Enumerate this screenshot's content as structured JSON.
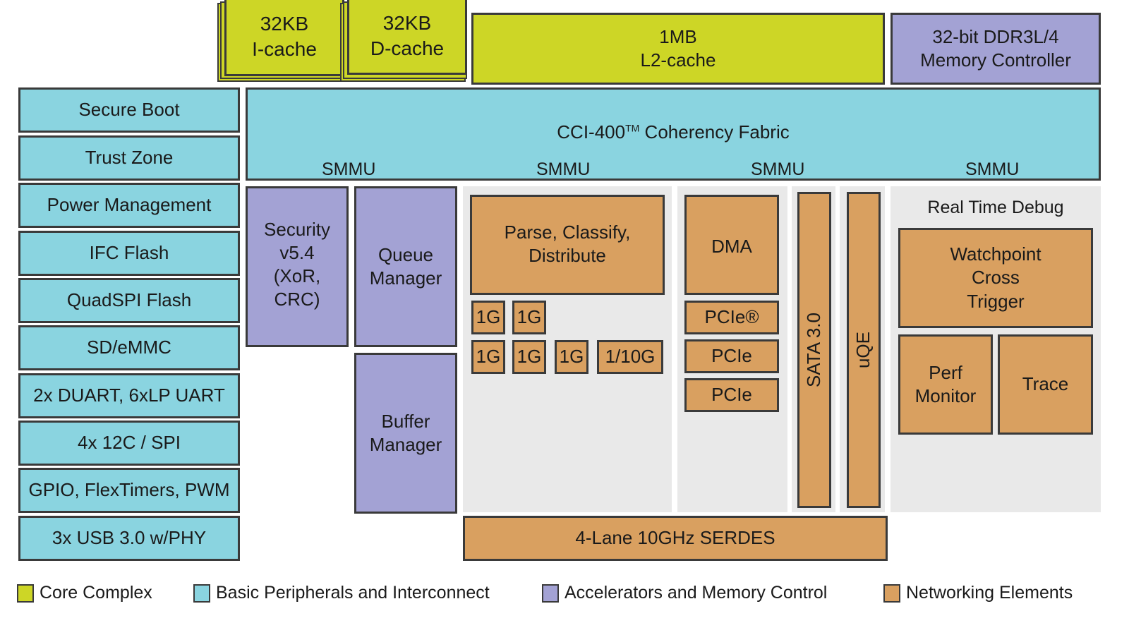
{
  "colors": {
    "core_complex": "#cdd626",
    "basic_peripherals": "#8ad4e0",
    "accelerators": "#a3a2d4",
    "networking": "#d9a060",
    "panel_bg": "#e9e9e9",
    "border": "#3a3a3a"
  },
  "core": {
    "icache": "32KB\nI-cache",
    "dcache": "32KB\nD-cache",
    "l2cache": "1MB\nL2-cache"
  },
  "memory_controller": "32-bit DDR3L/4\nMemory Controller",
  "fabric": {
    "title": "CCI-400",
    "trademark": "TM",
    "title_suffix": " Coherency Fabric",
    "smmu_labels": [
      "SMMU",
      "SMMU",
      "SMMU",
      "SMMU"
    ]
  },
  "peripherals": [
    "Secure Boot",
    "Trust Zone",
    "Power Management",
    "IFC Flash",
    "QuadSPI Flash",
    "SD/eMMC",
    "2x DUART, 6xLP UART",
    "4x 12C / SPI",
    "GPIO, FlexTimers, PWM",
    "3x USB 3.0 w/PHY"
  ],
  "accelerators": {
    "security": "Security\nv5.4\n(XoR,\nCRC)",
    "queue_manager": "Queue\nManager",
    "buffer_manager": "Buffer\nManager"
  },
  "networking": {
    "parse": "Parse, Classify,\nDistribute",
    "ports_row1": [
      "1G",
      "1G"
    ],
    "ports_row2": [
      "1G",
      "1G",
      "1G",
      "1/10G"
    ],
    "dma": "DMA",
    "pcie": [
      "PCIe®",
      "PCIe",
      "PCIe"
    ],
    "sata": "SATA 3.0",
    "uqe": "uQE",
    "serdes": "4-Lane 10GHz SERDES"
  },
  "debug": {
    "title": "Real Time Debug",
    "watchpoint": "Watchpoint\nCross\nTrigger",
    "perf_monitor": "Perf\nMonitor",
    "trace": "Trace"
  },
  "legend": [
    {
      "label": "Core Complex",
      "color": "#cdd626"
    },
    {
      "label": "Basic Peripherals and Interconnect",
      "color": "#8ad4e0"
    },
    {
      "label": "Accelerators and Memory Control",
      "color": "#a3a2d4"
    },
    {
      "label": "Networking Elements",
      "color": "#d9a060"
    }
  ]
}
